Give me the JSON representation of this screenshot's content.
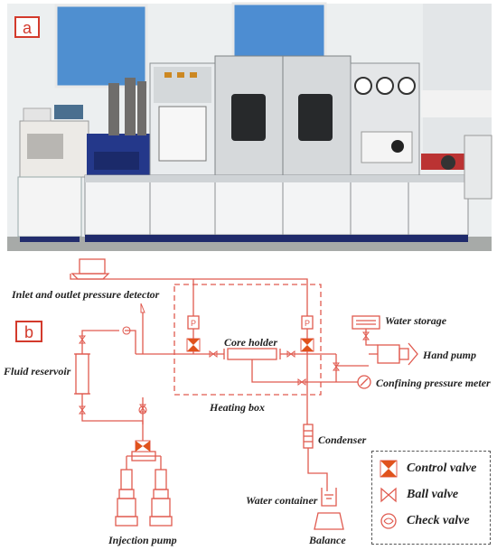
{
  "panels": {
    "a": {
      "label": "a"
    },
    "b": {
      "label": "b"
    }
  },
  "components": {
    "pressure_detector": "Inlet and outlet pressure detector",
    "fluid_reservoir": "Fluid reservoir",
    "core_holder": "Core holder",
    "heating_box": "Heating box",
    "water_storage": "Water storage",
    "hand_pump": "Hand pump",
    "confining_pressure_meter": "Confining pressure meter",
    "condenser": "Condenser",
    "water_container": "Water container",
    "balance": "Balance",
    "injection_pump": "Injection pump",
    "pressure_gauge_symbol": "P"
  },
  "legend": {
    "control_valve": "Control valve",
    "ball_valve": "Ball valve",
    "check_valve": "Check valve"
  },
  "colors": {
    "line": "#e05a4f",
    "valve_fill": "#e0521c",
    "panel_border": "#d33a2c",
    "cabinet_gray": "#d9dcde",
    "base_navy": "#1f2a6b"
  }
}
